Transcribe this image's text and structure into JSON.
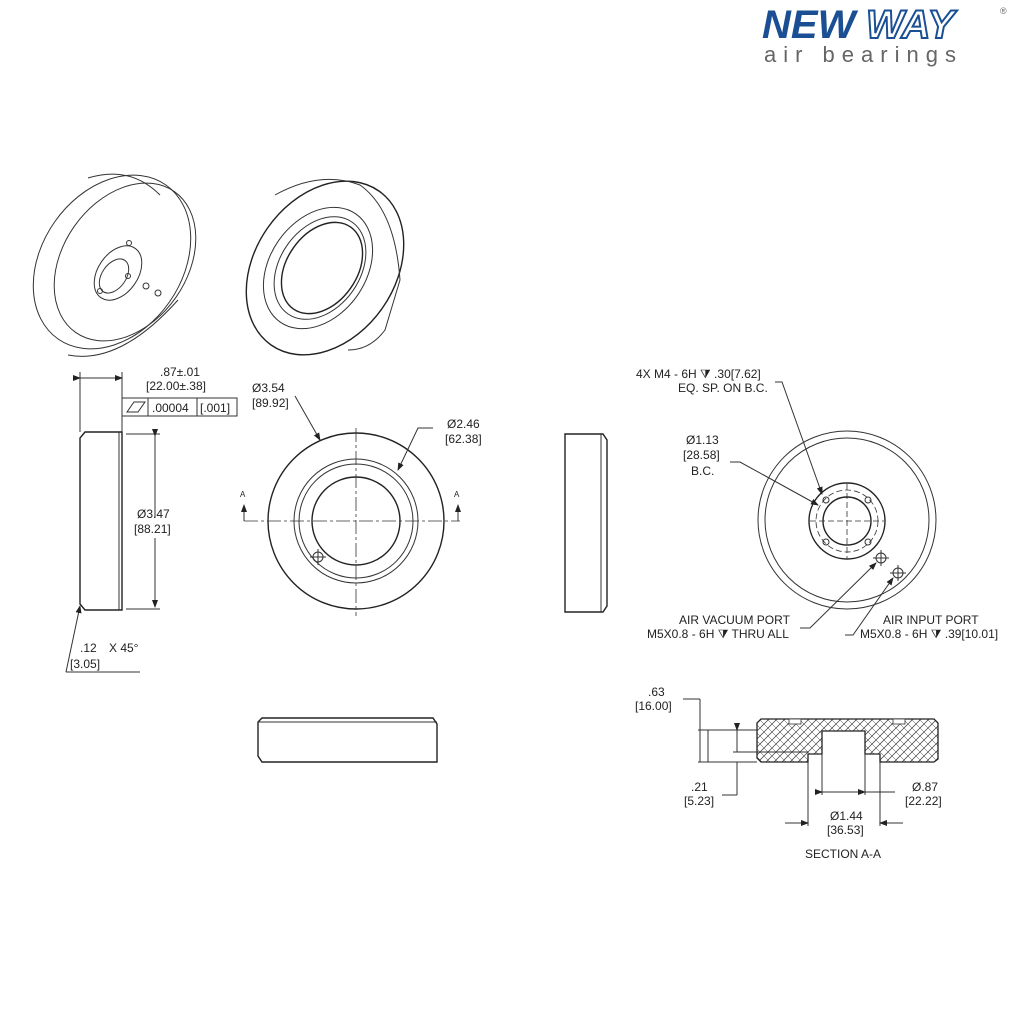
{
  "logo": {
    "brand_a": "NEW",
    "brand_b": "WAY",
    "tagline": "air bearings",
    "registered": "®",
    "color_primary": "#1b4f93",
    "color_tagline": "#666666"
  },
  "side_view": {
    "width_dim": ".87±.01",
    "width_dim_mm": "[22.00±.38]",
    "tolerance_value": ".00004",
    "tolerance_mm": "[.001]",
    "diameter_dim": "Ø3.47",
    "diameter_dim_mm": "[88.21]",
    "chamfer_dim": ".12",
    "chamfer_angle": "X 45°",
    "chamfer_mm": "[3.05]"
  },
  "front_view": {
    "outer_dia": "Ø3.54",
    "outer_dia_mm": "[89.92]",
    "inner_dia": "Ø2.46",
    "inner_dia_mm": "[62.38]",
    "section_label_left": "A",
    "section_label_right": "A"
  },
  "back_view": {
    "holes_line1": "4X M4 - 6H ⧩ .30[7.62]",
    "holes_line2": "EQ. SP. ON B.C.",
    "bc_dia": "Ø1.13",
    "bc_dia_mm": "[28.58]",
    "bc_label": "B.C.",
    "vacuum_port_label": "AIR VACUUM PORT",
    "vacuum_port_spec": "M5X0.8 - 6H ⧩ THRU ALL",
    "input_port_label": "AIR INPUT PORT",
    "input_port_spec": "M5X0.8 - 6H ⧩ .39[10.01]"
  },
  "section": {
    "height_dim": ".63",
    "height_dim_mm": "[16.00]",
    "recess_dim": ".21",
    "recess_dim_mm": "[5.23]",
    "bore_dia": "Ø.87",
    "bore_dia_mm": "[22.22]",
    "recess_dia": "Ø1.44",
    "recess_dia_mm": "[36.53]",
    "title": "SECTION A-A"
  }
}
